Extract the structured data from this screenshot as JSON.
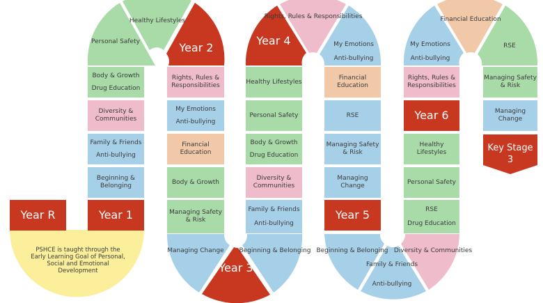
{
  "pshce": "PSHCE is taught through the Early Learning Goal of Personal, Social and Emotional Development",
  "year_r": "Year R",
  "col1": {
    "year": "Year 1",
    "tiles": [
      [
        "Body & Growth",
        "Drug Education"
      ],
      [
        "Diversity & Communities"
      ],
      [
        "Family & Friends",
        "Anti-bullying"
      ],
      [
        "Beginning & Belonging"
      ]
    ],
    "arc": [
      "Personal Safety",
      "Healthy Lifestyles",
      "Year 2"
    ]
  },
  "col2": {
    "tiles": [
      [
        "Rights, Rules & Responsibilities"
      ],
      [
        "My Emotions",
        "Anti-bullying"
      ],
      [
        "Financial Education"
      ],
      [
        "Body & Growth"
      ],
      [
        "Managing Safety & Risk"
      ]
    ],
    "arc": [
      "Managing Change",
      "Year 3",
      "Beginning & Belonging"
    ]
  },
  "col3": {
    "tiles": [
      [
        "Healthy Lifestyles"
      ],
      [
        "Personal Safety"
      ],
      [
        "Body & Growth",
        "Drug Education"
      ],
      [
        "Diversity & Communities"
      ],
      [
        "Family & Friends",
        "Anti-bullying"
      ]
    ],
    "arc": [
      "Year 4",
      "Rights, Rules & Responsibilities",
      "My Emotions",
      "Anti-bullying"
    ]
  },
  "col4": {
    "tiles": [
      [
        "Financial Education"
      ],
      [
        "RSE"
      ],
      [
        "Managing Safety & Risk"
      ],
      [
        "Managing Change"
      ]
    ],
    "year": "Year 5",
    "arc": [
      "Beginning & Belonging",
      "Family & Friends",
      "Anti-bullying",
      "Diversity & Communities"
    ]
  },
  "col5": {
    "tiles": [
      [
        "Rights, Rules & Responsibilities"
      ],
      [
        "Healthy Lifestyles"
      ],
      [
        "Personal Safety"
      ],
      [
        "RSE",
        "Drug Education"
      ]
    ],
    "year": "Year 6",
    "arc": [
      "My Emotions",
      "Anti-bullying",
      "Financial Education",
      "RSE"
    ]
  },
  "col6": {
    "tiles": [
      [
        "Managing Safety & Risk"
      ],
      [
        "Managing Change"
      ]
    ],
    "key_stage": [
      "Key Stage",
      "3"
    ]
  },
  "colors": {
    "green": "#a8dba8",
    "pink": "#efbccb",
    "blue": "#a6cfe8",
    "peach": "#f1c9a9",
    "red": "#c8371f",
    "yellow": "#fbef9c"
  }
}
